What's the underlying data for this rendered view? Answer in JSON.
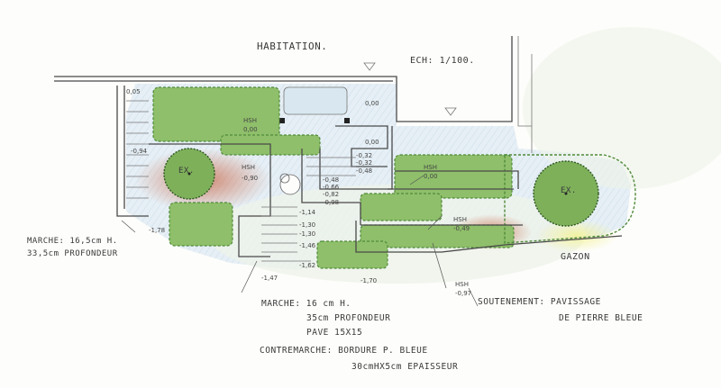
{
  "title": "HABITATION.",
  "scale": "ECH: 1/100.",
  "colors": {
    "hedge": "#8fbf6a",
    "hedge_dark": "#4f8a3a",
    "paving": "#cfe0ec",
    "paving_light": "#e6eff5",
    "earth": "#c9694a",
    "lawn_glow": "#f2f29a",
    "ink": "#3a3a3a"
  },
  "labels": {
    "exist_tree_left": "EX.",
    "exist_tree_right": "EX.",
    "gazon": "GAZON",
    "marche_small_1": "MARCHE: 16,5cm H.",
    "marche_small_2": "33,5cm PROFONDEUR",
    "marche_1": "MARCHE: 16 cm H.",
    "marche_2": "35cm PROFONDEUR",
    "marche_3": "PAVE 15X15",
    "contremarche_1": "CONTREMARCHE: BORDURE P. BLEUE",
    "contremarche_2": "30cmHX5cm EPAISSEUR",
    "soutenement_1": "SOUTENEMENT: PAVISSAGE",
    "soutenement_2": "DE PIERRE BLEUE"
  },
  "hedge_heights": {
    "hsh_a_label": "HSH",
    "hsh_a_value": "0,00",
    "hsh_b_label": "HSH",
    "hsh_b_value": "-0,90",
    "hsh_c_label": "HSH",
    "hsh_c_value": "0,00",
    "hsh_d_label": "HSH",
    "hsh_d_value": "-0,49",
    "hsh_e_label": "HSH",
    "hsh_e_value": "-0,97"
  },
  "levels": {
    "l_005": "0,05",
    "l_000_top": "0,00",
    "l_000_mid": "0,00",
    "l_094": "-0,94",
    "l_178": "-1,78",
    "l_032": "-0,32",
    "l_032b": "-0,32",
    "l_048": "-0,48",
    "l_048b": "-0,48",
    "l_066": "-0,66",
    "l_082": "-0,82",
    "l_098": "-0,98",
    "l_114": "-1,14",
    "l_130": "-1,30",
    "l_130b": "-1,30",
    "l_146": "-1,46",
    "l_147": "-1,47",
    "l_162": "-1,62",
    "l_170": "-1,70"
  }
}
